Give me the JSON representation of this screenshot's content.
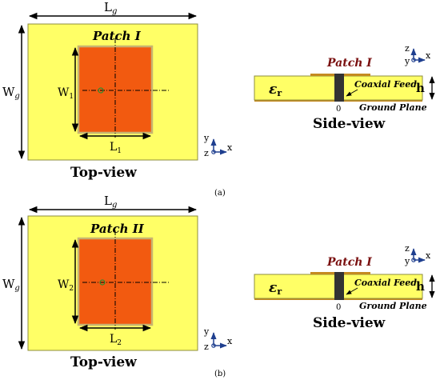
{
  "colors": {
    "substrate": "#FFFF66",
    "substrate_edge": "#8C8C3C",
    "patch": "#F25A10",
    "patch_edge": "#B8A060",
    "ground": "#C48A20",
    "feed": "#333333",
    "axis": "#1F3F8F",
    "patch_label": "#7A1010"
  },
  "panel_a": {
    "caption": "(a)",
    "top": {
      "lg_label": "Lg",
      "wg_label": "Wg",
      "patch_label": "Patch I",
      "w_label": "W1",
      "l_label": "L1",
      "view_title": "Top-view"
    },
    "side": {
      "patch_label": "Patch I",
      "er_label": "εr",
      "feed_label": "Coaxial Feed",
      "h_label": "h",
      "ground_label": "Ground Plane",
      "feed_point": "0",
      "view_title": "Side-view"
    }
  },
  "panel_b": {
    "caption": "(b)",
    "top": {
      "lg_label": "Lg",
      "wg_label": "Wg",
      "patch_label": "Patch II",
      "w_label": "W2",
      "l_label": "L2",
      "view_title": "Top-view"
    },
    "side": {
      "patch_label": "Patch I",
      "er_label": "εr",
      "feed_label": "Coaxial Feed",
      "h_label": "h",
      "ground_label": "Ground Plane",
      "feed_point": "0",
      "view_title": "Side-view"
    }
  },
  "axes": {
    "top_y": "y",
    "top_z": "z",
    "top_x": "x",
    "side_z": "z",
    "side_y": "y",
    "side_x": "x"
  }
}
